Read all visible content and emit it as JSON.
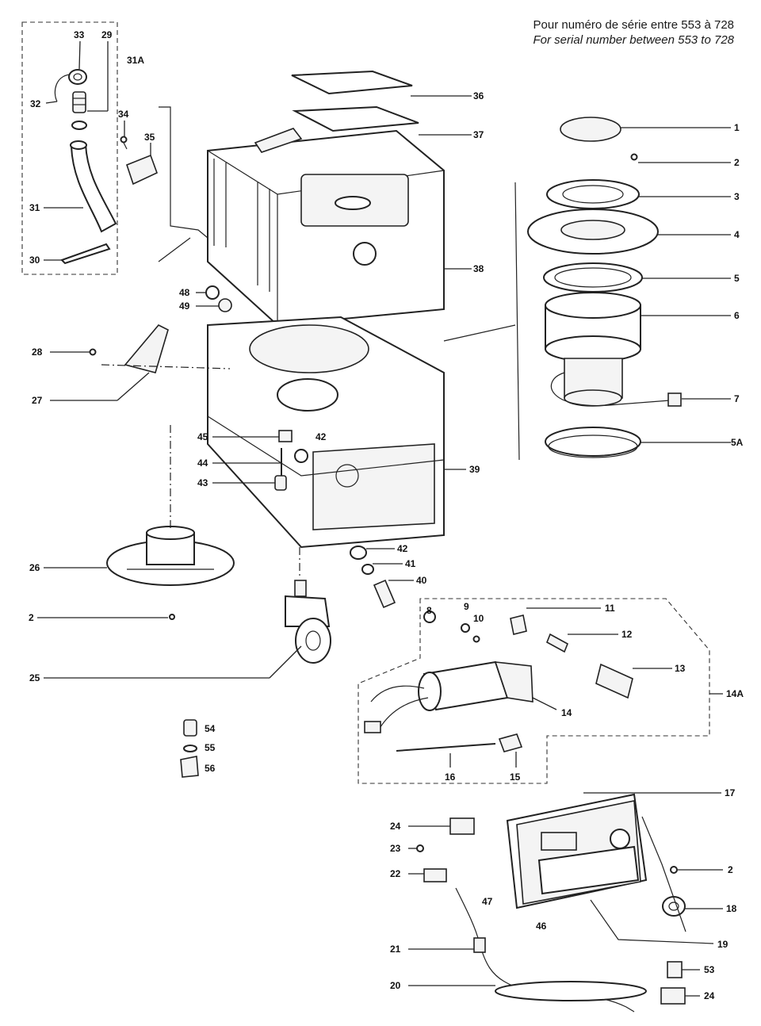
{
  "header": {
    "line_fr": "Pour numéro de série entre 553 à 728",
    "line_en": "For serial number between 553 to 728"
  },
  "callouts": [
    {
      "id": "33",
      "label": "33"
    },
    {
      "id": "29",
      "label": "29"
    },
    {
      "id": "31A",
      "label": "31A"
    },
    {
      "id": "32",
      "label": "32"
    },
    {
      "id": "34",
      "label": "34"
    },
    {
      "id": "35",
      "label": "35"
    },
    {
      "id": "31",
      "label": "31"
    },
    {
      "id": "30",
      "label": "30"
    },
    {
      "id": "36",
      "label": "36"
    },
    {
      "id": "37",
      "label": "37"
    },
    {
      "id": "38",
      "label": "38"
    },
    {
      "id": "48",
      "label": "48"
    },
    {
      "id": "49",
      "label": "49"
    },
    {
      "id": "28",
      "label": "28"
    },
    {
      "id": "27",
      "label": "27"
    },
    {
      "id": "45",
      "label": "45"
    },
    {
      "id": "42a",
      "label": "42"
    },
    {
      "id": "44",
      "label": "44"
    },
    {
      "id": "43",
      "label": "43"
    },
    {
      "id": "39",
      "label": "39"
    },
    {
      "id": "26",
      "label": "26"
    },
    {
      "id": "42b",
      "label": "42"
    },
    {
      "id": "41",
      "label": "41"
    },
    {
      "id": "40",
      "label": "40"
    },
    {
      "id": "2a",
      "label": "2"
    },
    {
      "id": "25",
      "label": "25"
    },
    {
      "id": "1",
      "label": "1"
    },
    {
      "id": "2b",
      "label": "2"
    },
    {
      "id": "3",
      "label": "3"
    },
    {
      "id": "4",
      "label": "4"
    },
    {
      "id": "5",
      "label": "5"
    },
    {
      "id": "6",
      "label": "6"
    },
    {
      "id": "7",
      "label": "7"
    },
    {
      "id": "5A",
      "label": "5A"
    },
    {
      "id": "8",
      "label": "8"
    },
    {
      "id": "9",
      "label": "9"
    },
    {
      "id": "10",
      "label": "10"
    },
    {
      "id": "11",
      "label": "11"
    },
    {
      "id": "12",
      "label": "12"
    },
    {
      "id": "13",
      "label": "13"
    },
    {
      "id": "14",
      "label": "14"
    },
    {
      "id": "14A",
      "label": "14A"
    },
    {
      "id": "16",
      "label": "16"
    },
    {
      "id": "15",
      "label": "15"
    },
    {
      "id": "54",
      "label": "54"
    },
    {
      "id": "55",
      "label": "55"
    },
    {
      "id": "56",
      "label": "56"
    },
    {
      "id": "17",
      "label": "17"
    },
    {
      "id": "24a",
      "label": "24"
    },
    {
      "id": "23",
      "label": "23"
    },
    {
      "id": "22",
      "label": "22"
    },
    {
      "id": "2c",
      "label": "2"
    },
    {
      "id": "47",
      "label": "47"
    },
    {
      "id": "18",
      "label": "18"
    },
    {
      "id": "46",
      "label": "46"
    },
    {
      "id": "19",
      "label": "19"
    },
    {
      "id": "21",
      "label": "21"
    },
    {
      "id": "53",
      "label": "53"
    },
    {
      "id": "20",
      "label": "20"
    },
    {
      "id": "24b",
      "label": "24"
    }
  ]
}
